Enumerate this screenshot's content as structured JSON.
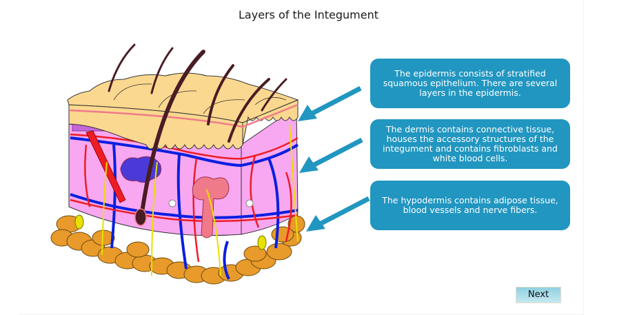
{
  "page": {
    "title": "Layers of the Integument"
  },
  "diagram": {
    "subject": "skin cross-section",
    "layers": [
      "epidermis",
      "dermis",
      "hypodermis"
    ]
  },
  "callouts": [
    {
      "layer": "epidermis",
      "text": "The epidermis consists of stratified squamous epithelium. There are several layers in the epidermis."
    },
    {
      "layer": "dermis",
      "text": "The dermis contains connective tissue, houses the accessory structures of the integument and contains fibroblasts and white blood cells."
    },
    {
      "layer": "hypodermis",
      "text": "The hypodermis contains adipose tissue, blood vessels and nerve fibers."
    }
  ],
  "navigation": {
    "next_label": "Next"
  },
  "colors": {
    "callout_bg": "#2196c0",
    "arrow": "#2196c0",
    "epidermis": "#fbd88f",
    "dermis": "#f7a8f0",
    "hypodermis": "#e89a2a",
    "artery": "#ee1c24",
    "vein": "#0a1fe0",
    "nerve": "#e8e000",
    "hair": "#4a1c24"
  }
}
